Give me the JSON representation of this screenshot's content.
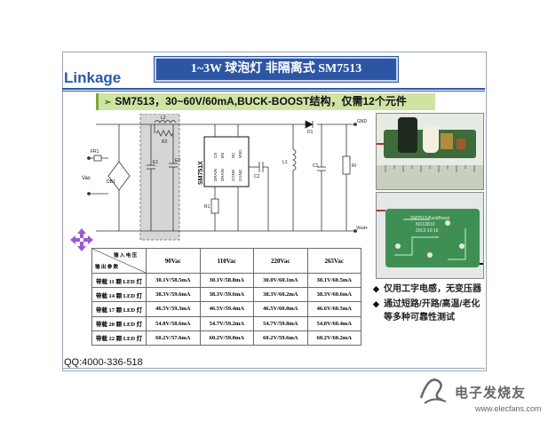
{
  "header": {
    "brand": "Linkage",
    "title": "1~3W 球泡灯   非隔离式   SM7513",
    "subtitle": "SM7513，30~60V/60mA,BUCK-BOOST结构，仅需12个元件",
    "subtitle_marker": "➢"
  },
  "schematic": {
    "labels": {
      "fuse": "FR1",
      "vac": "Vac",
      "bridge": "DB1",
      "e1": "E1",
      "l2": "L2",
      "r2": "R2",
      "e2": "E2",
      "ic": "SM751X",
      "pins_left": [
        "CS",
        "EN",
        "DRAIN",
        "DRAIN"
      ],
      "pins_right": [
        "VDD",
        "NC",
        "CGND",
        "CGND"
      ],
      "r1": "R1",
      "c2": "C2",
      "l1": "L1",
      "d1": "D1",
      "c1": "C1",
      "r_out": "RI",
      "gnd": "GND",
      "vout": "Vout+"
    }
  },
  "photos": {
    "top_alt": "SM7513 board photo 1",
    "bottom_text": [
      "SM7513-BuckBoost",
      "NO13810",
      "2013-10-16"
    ]
  },
  "table": {
    "corner_top": "输  入  电  压",
    "corner_bottom": "输  出  参  数",
    "columns": [
      "90Vac",
      "110Vac",
      "220Vac",
      "265Vac"
    ],
    "rows": [
      {
        "label": "带载 11 颗 LED 灯",
        "values": [
          "30.1V/58.5mA",
          "30.1V/58.8mA",
          "30.0V/60.1mA",
          "30.1V/60.5mA"
        ]
      },
      {
        "label": "带载 14 颗 LED 灯",
        "values": [
          "38.3V/59.6mA",
          "38.3V/59.6mA",
          "38.3V/60.2mA",
          "38.3V/60.6mA"
        ]
      },
      {
        "label": "带载 17 颗 LED 灯",
        "values": [
          "46.5V/59.3mA",
          "46.5V/59.4mA",
          "46.5V/60.0mA",
          "46.6V/60.5mA"
        ]
      },
      {
        "label": "带载 20 颗 LED 灯",
        "values": [
          "54.8V/58.6mA",
          "54.7V/59.2mA",
          "54.7V/59.8mA",
          "54.8V/60.4mA"
        ]
      },
      {
        "label": "带载 22 颗 LED 灯",
        "values": [
          "60.2V/57.6mA",
          "60.2V/59.0mA",
          "60.2V/59.6mA",
          "60.2V/60.2mA"
        ]
      }
    ]
  },
  "notes": [
    "仅用工字电感，无变压器",
    "通过短路/开路/高温/老化等多种可靠性测试"
  ],
  "footer": {
    "contact": "QQ:4000-336-518"
  },
  "watermark": {
    "name": "电子发烧友",
    "url": "www.elecfans.com"
  },
  "icons": {
    "move": "move-arrows-icon",
    "logo": "elecfans-logo-icon"
  },
  "colors": {
    "title_bg": "#2c56a3",
    "subtitle_bg": "#cfe3a4",
    "brand": "#2b5aa8",
    "move_icon": "#9b59d6"
  }
}
